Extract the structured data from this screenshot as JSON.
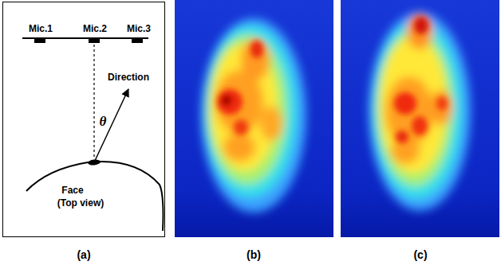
{
  "diagram": {
    "nodes": [
      {
        "text": [
          "Mic.1",
          "Mic.2",
          "Mic.3",
          "Direction",
          "θ",
          "Face",
          "(Top view)"
        ]
      }
    ],
    "labels": [
      "(a)",
      "(b)",
      "(c)"
    ]
  }
}
